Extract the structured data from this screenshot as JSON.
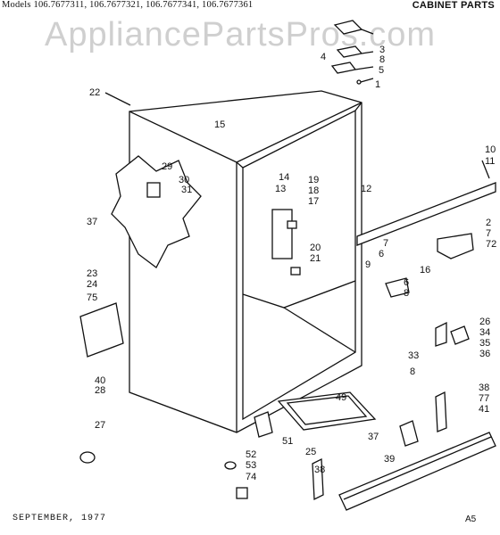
{
  "header": {
    "models": "Models 106.7677311, 106.7677321, 106.7677341, 106.7677361",
    "section_title": "CABINET PARTS"
  },
  "watermark": "AppliancePartsPros.com",
  "footer": {
    "date": "SEPTEMBER, 1977",
    "page_code": "A5"
  },
  "callouts": [
    "22",
    "15",
    "29",
    "30",
    "31",
    "14",
    "13",
    "19",
    "18",
    "17",
    "20",
    "21",
    "37",
    "23",
    "24",
    "75",
    "40",
    "28",
    "27",
    "49",
    "51",
    "52",
    "53",
    "74",
    "25",
    "37",
    "39",
    "38",
    "10",
    "11",
    "12",
    "2",
    "7",
    "72",
    "9",
    "16",
    "6",
    "8",
    "7",
    "6",
    "8",
    "3",
    "4",
    "1",
    "5",
    "26",
    "34",
    "35",
    "36",
    "33",
    "8",
    "38",
    "77",
    "41"
  ]
}
